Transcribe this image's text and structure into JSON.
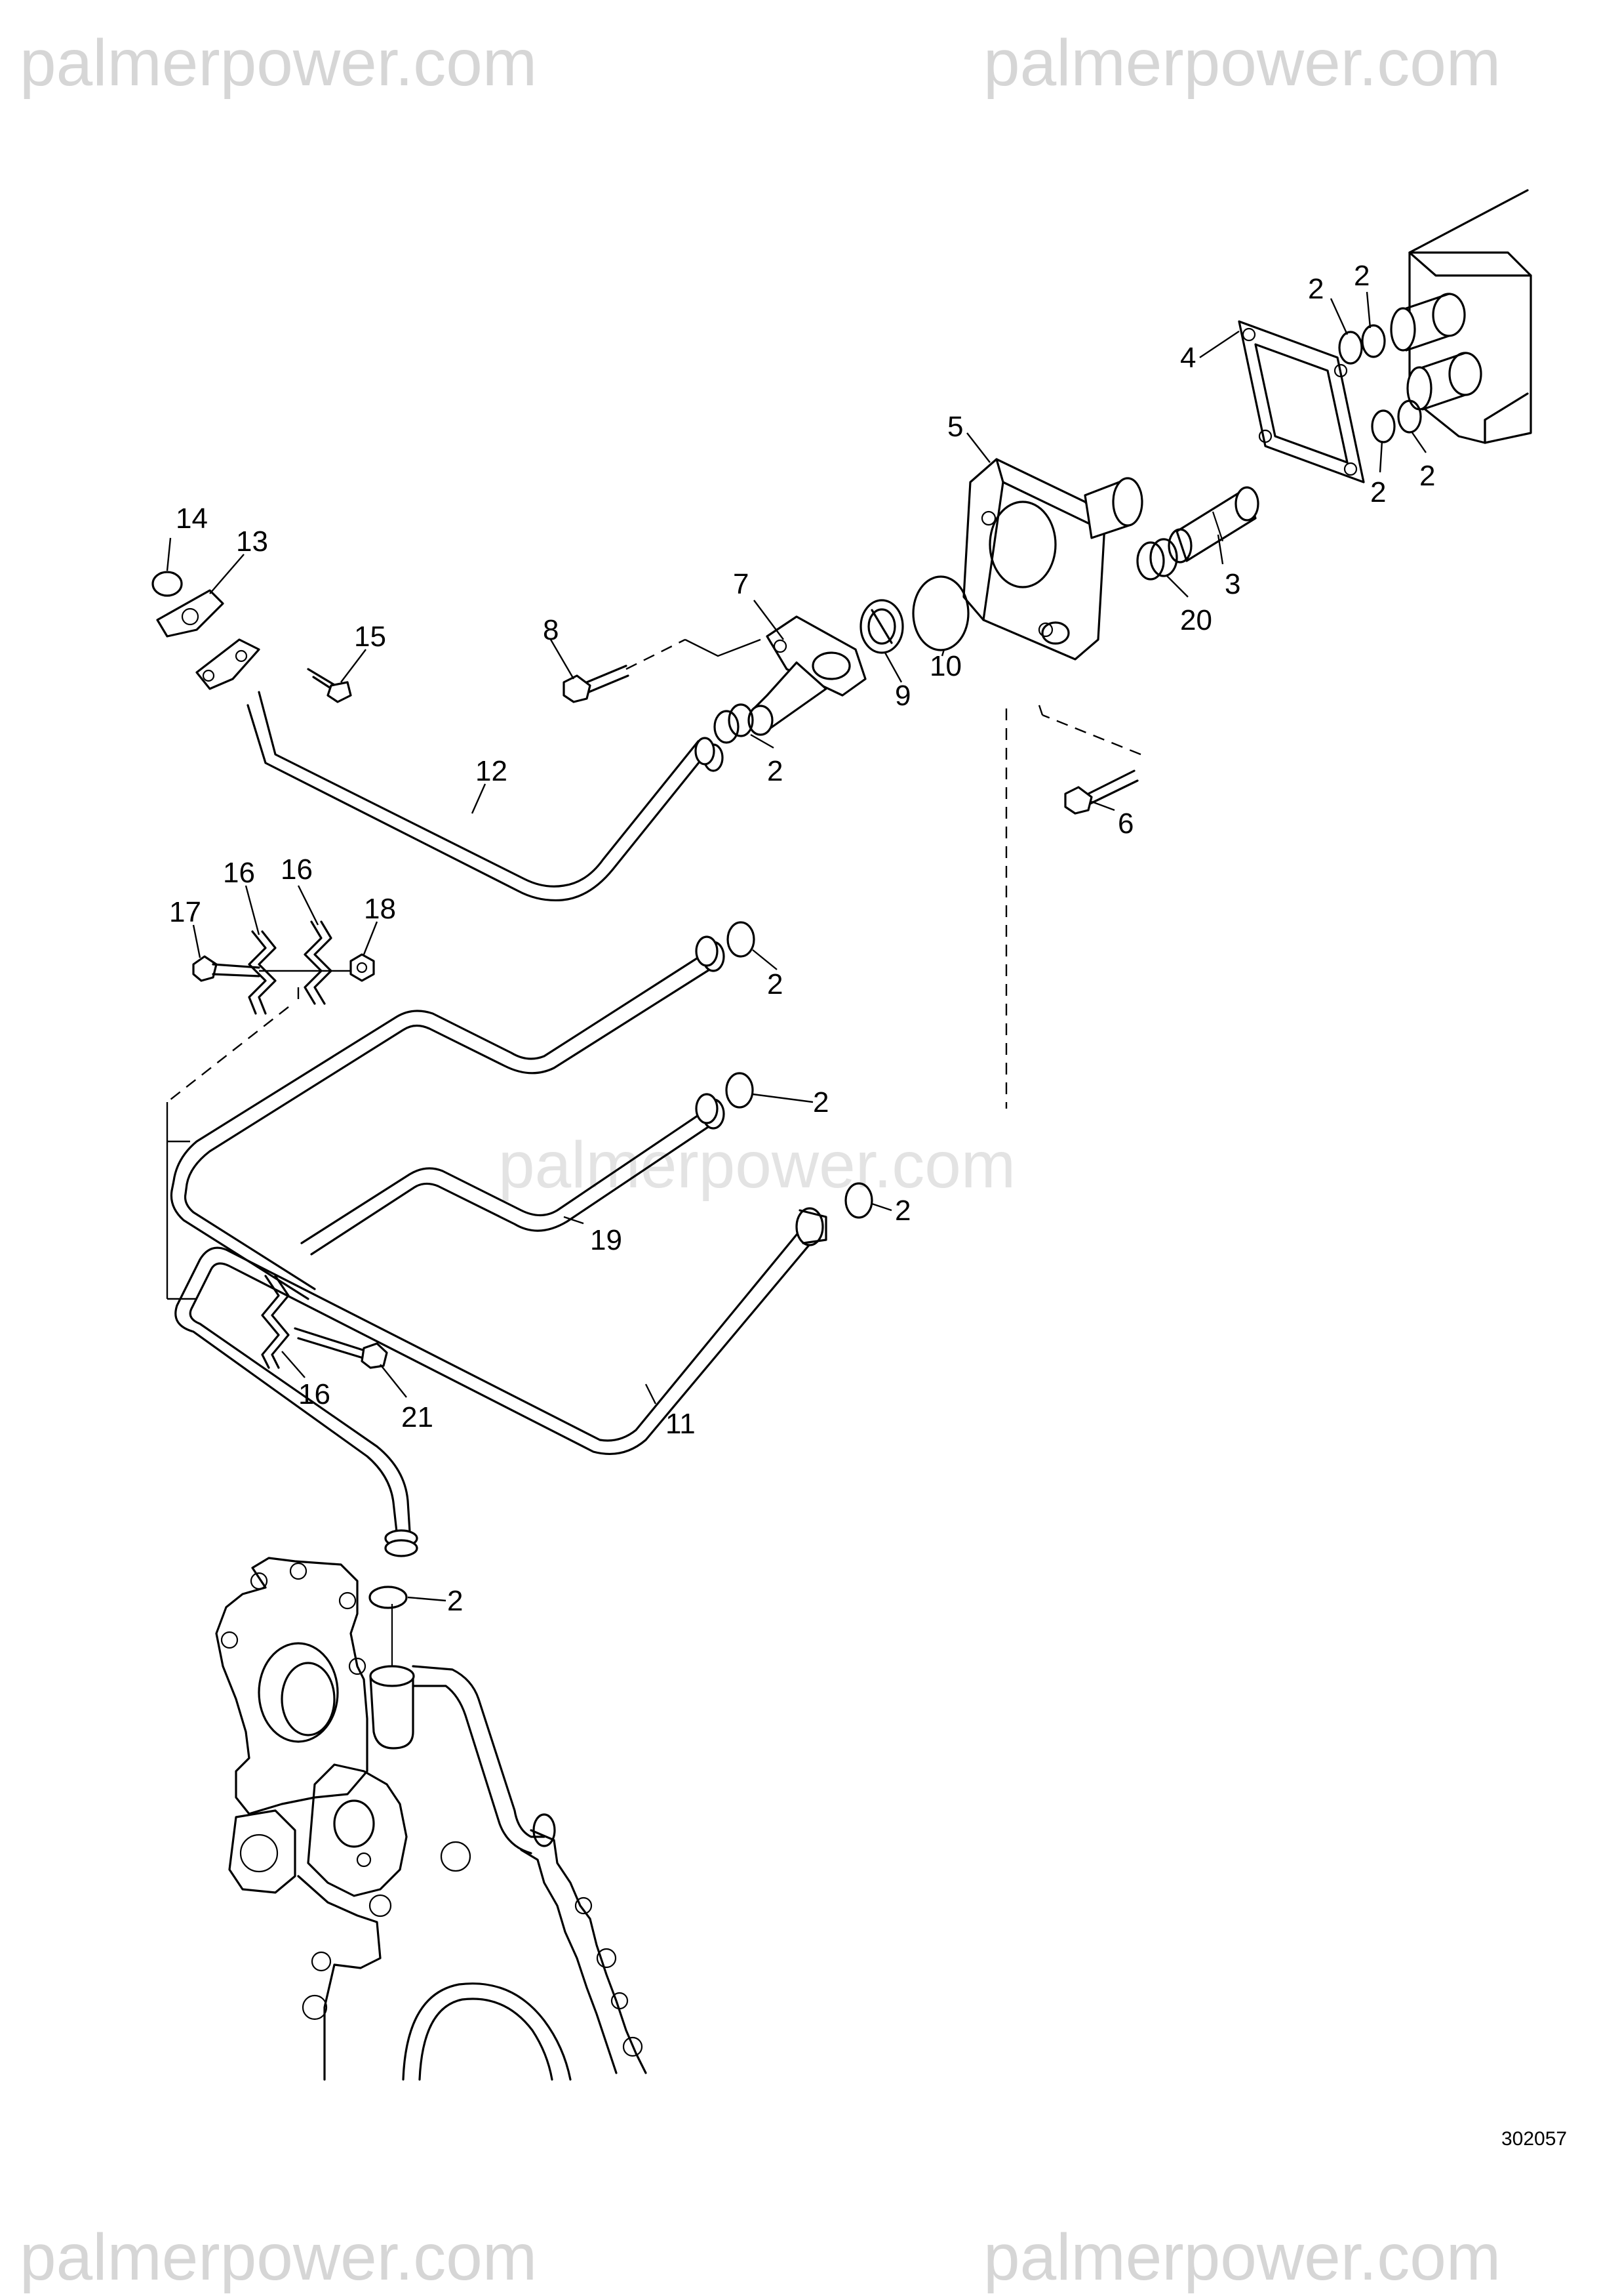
{
  "watermark": {
    "text": "palmerpower.com"
  },
  "drawing": {
    "reference_number": "302057"
  },
  "callouts": {
    "c1": "2",
    "c2": "2",
    "c3": "4",
    "c4": "2",
    "c5": "2",
    "c6": "5",
    "c7": "14",
    "c8": "13",
    "c9": "7",
    "c10": "3",
    "c11": "20",
    "c12": "8",
    "c13": "15",
    "c14": "10",
    "c15": "9",
    "c16": "12",
    "c17": "2",
    "c18": "6",
    "c19": "16",
    "c20": "16",
    "c21": "17",
    "c22": "18",
    "c23": "2",
    "c24": "2",
    "c25": "19",
    "c26": "2",
    "c27": "16",
    "c28": "21",
    "c29": "11",
    "c30": "2"
  }
}
